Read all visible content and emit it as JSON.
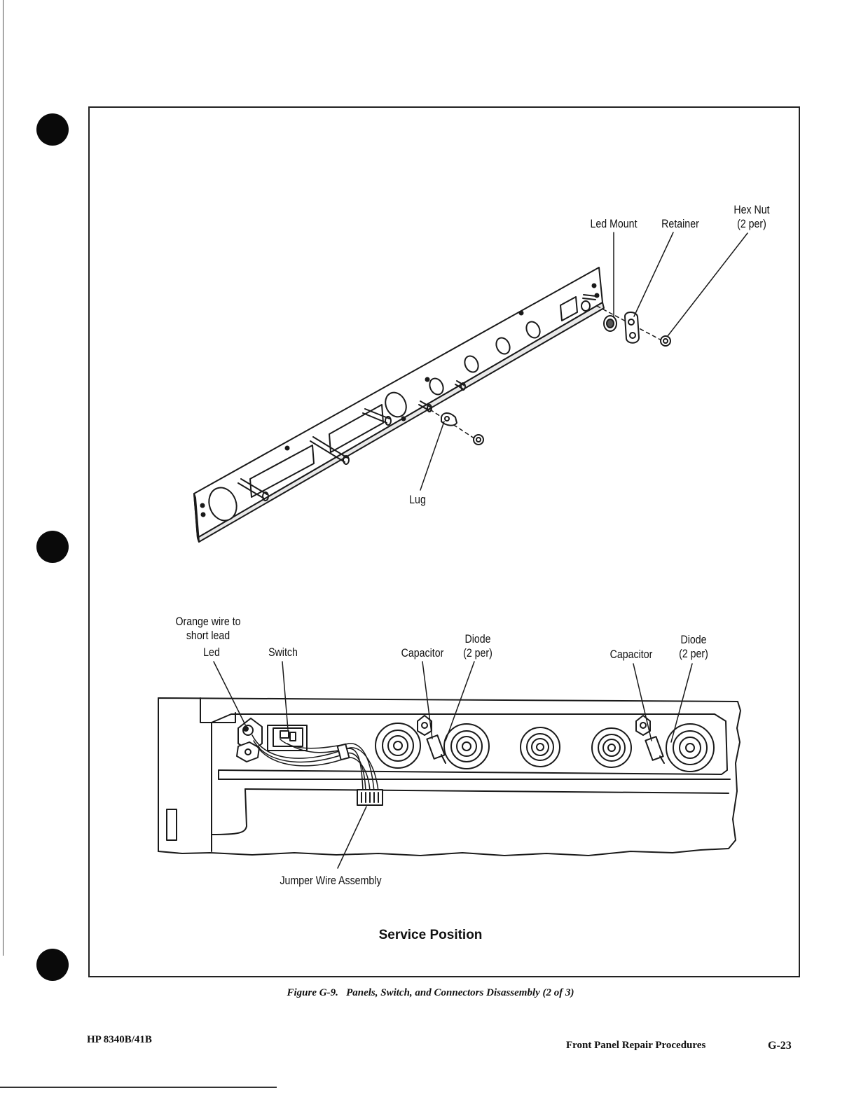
{
  "figure": {
    "callouts_top": {
      "led_mount": "Led Mount",
      "retainer": "Retainer",
      "hex_nut_line1": "Hex Nut",
      "hex_nut_line2": "(2 per)",
      "lug": "Lug"
    },
    "callouts_bottom": {
      "orange_wire_line1": "Orange wire to",
      "orange_wire_line2": "short lead",
      "led": "Led",
      "switch": "Switch",
      "capacitor_1": "Capacitor",
      "diode_1_line1": "Diode",
      "diode_1_line2": "(2 per)",
      "capacitor_2": "Capacitor",
      "diode_2_line1": "Diode",
      "diode_2_line2": "(2 per)",
      "jumper_wire_assembly": "Jumper Wire Assembly"
    },
    "section_title": "Service Position",
    "caption": "Figure G-9.   Panels, Switch, and Connectors Disassembly (2 of 3)"
  },
  "footer": {
    "model": "HP 8340B/41B",
    "section": "Front Panel Repair Procedures",
    "page_number": "G-23"
  }
}
